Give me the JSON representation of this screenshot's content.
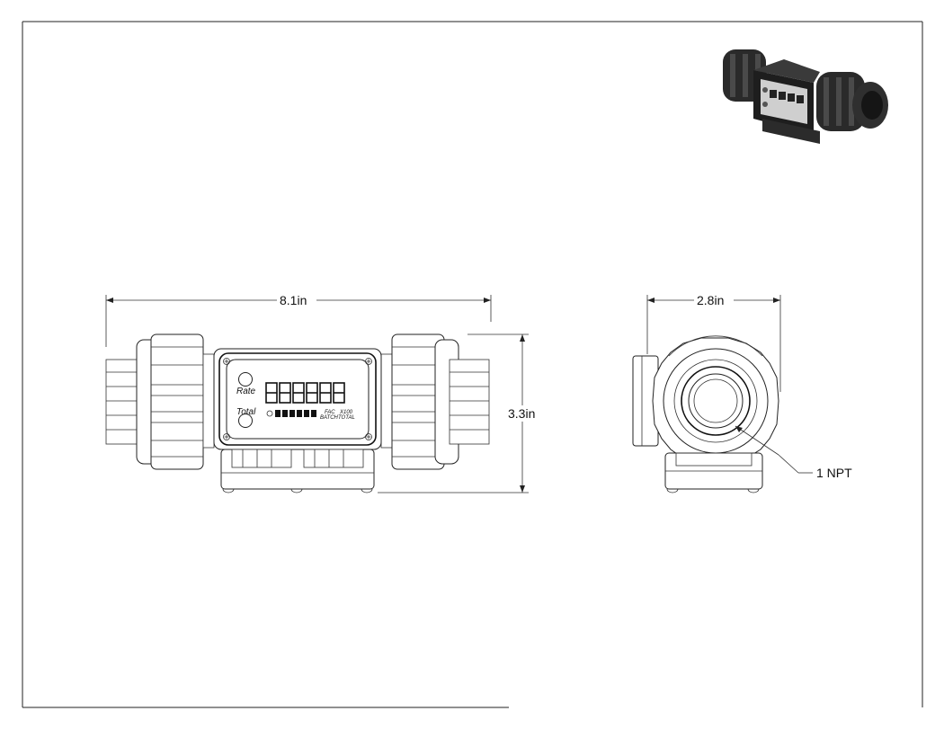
{
  "dimensions": {
    "width": "8.1in",
    "height": "3.3in",
    "depth": "2.8in",
    "thread": "1 NPT"
  },
  "display": {
    "rate_label": "Rate",
    "total_label": "Total",
    "fac_label": "FAC",
    "x100_label": "X100",
    "batch_label": "BATCH",
    "total_small_label": "TOTAL"
  }
}
